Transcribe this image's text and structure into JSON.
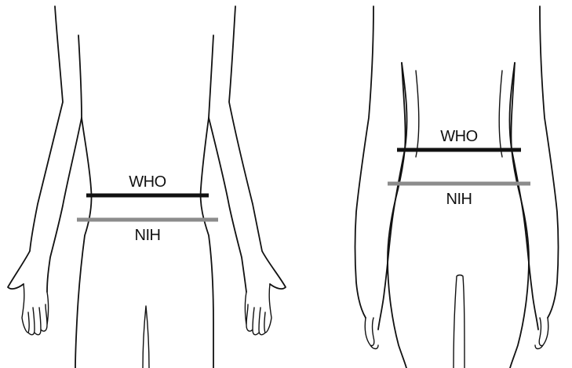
{
  "figures": [
    {
      "who_label": "WHO",
      "nih_label": "NIH"
    },
    {
      "who_label": "WHO",
      "nih_label": "NIH"
    }
  ],
  "colors": {
    "outline": "#111111",
    "who_line": "#111111",
    "nih_line": "#8c8c8c",
    "background": "#ffffff"
  }
}
